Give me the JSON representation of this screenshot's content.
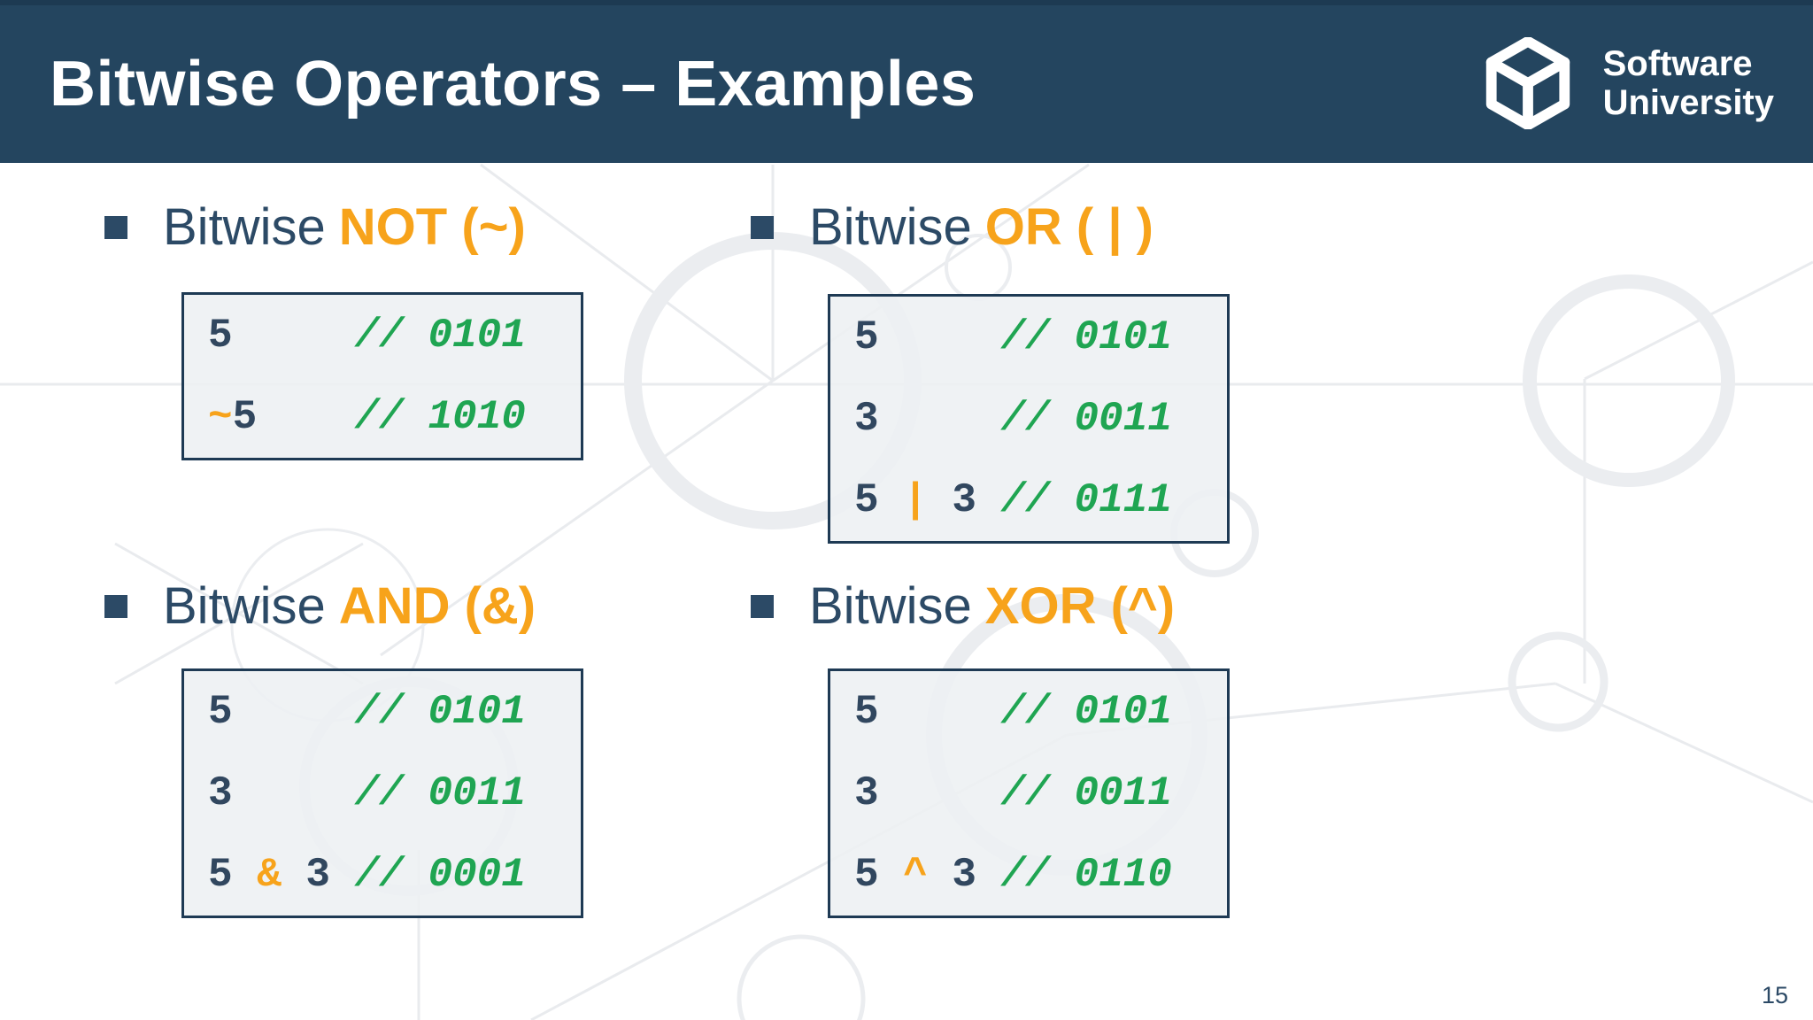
{
  "theme": {
    "navy_header": "#24455f",
    "navy_text": "#2c4a66",
    "navy_code": "#31475f",
    "orange": "#f7a31b",
    "green": "#1fa552",
    "box_fill": "#eef0f3",
    "box_border": "#1e3a54"
  },
  "header": {
    "title": "Bitwise Operators – Examples",
    "logo": {
      "line1": "Software",
      "line2": "University"
    }
  },
  "footer": {
    "page_number": "15"
  },
  "sections": [
    {
      "id": "not",
      "heading_prefix": "Bitwise",
      "heading_highlight": "NOT (~)",
      "code_lines": [
        [
          {
            "t": "5",
            "c": "num"
          },
          {
            "t": "     ",
            "c": "sp"
          },
          {
            "t": "// 0101",
            "c": "comment"
          }
        ],
        [
          {
            "t": "~",
            "c": "op"
          },
          {
            "t": "5",
            "c": "num"
          },
          {
            "t": "    ",
            "c": "sp"
          },
          {
            "t": "// 1010",
            "c": "comment"
          }
        ]
      ]
    },
    {
      "id": "or",
      "heading_prefix": "Bitwise",
      "heading_highlight": "OR ( | )",
      "code_lines": [
        [
          {
            "t": "5",
            "c": "num"
          },
          {
            "t": "     ",
            "c": "sp"
          },
          {
            "t": "// 0101",
            "c": "comment"
          }
        ],
        [
          {
            "t": "3",
            "c": "num"
          },
          {
            "t": "     ",
            "c": "sp"
          },
          {
            "t": "// 0011",
            "c": "comment"
          }
        ],
        [
          {
            "t": "5 ",
            "c": "num"
          },
          {
            "t": "|",
            "c": "op"
          },
          {
            "t": " 3 ",
            "c": "num"
          },
          {
            "t": "// 0111",
            "c": "comment"
          }
        ]
      ]
    },
    {
      "id": "and",
      "heading_prefix": "Bitwise",
      "heading_highlight": "AND (&)",
      "code_lines": [
        [
          {
            "t": "5",
            "c": "num"
          },
          {
            "t": "     ",
            "c": "sp"
          },
          {
            "t": "// 0101",
            "c": "comment"
          }
        ],
        [
          {
            "t": "3",
            "c": "num"
          },
          {
            "t": "     ",
            "c": "sp"
          },
          {
            "t": "// 0011",
            "c": "comment"
          }
        ],
        [
          {
            "t": "5 ",
            "c": "num"
          },
          {
            "t": "&",
            "c": "op"
          },
          {
            "t": " 3 ",
            "c": "num"
          },
          {
            "t": "// 0001",
            "c": "comment"
          }
        ]
      ]
    },
    {
      "id": "xor",
      "heading_prefix": "Bitwise",
      "heading_highlight": "XOR (^)",
      "code_lines": [
        [
          {
            "t": "5",
            "c": "num"
          },
          {
            "t": "     ",
            "c": "sp"
          },
          {
            "t": "// 0101",
            "c": "comment"
          }
        ],
        [
          {
            "t": "3",
            "c": "num"
          },
          {
            "t": "     ",
            "c": "sp"
          },
          {
            "t": "// 0011",
            "c": "comment"
          }
        ],
        [
          {
            "t": "5 ",
            "c": "num"
          },
          {
            "t": "^",
            "c": "op"
          },
          {
            "t": " 3 ",
            "c": "num"
          },
          {
            "t": "// 0110",
            "c": "comment"
          }
        ]
      ]
    }
  ]
}
